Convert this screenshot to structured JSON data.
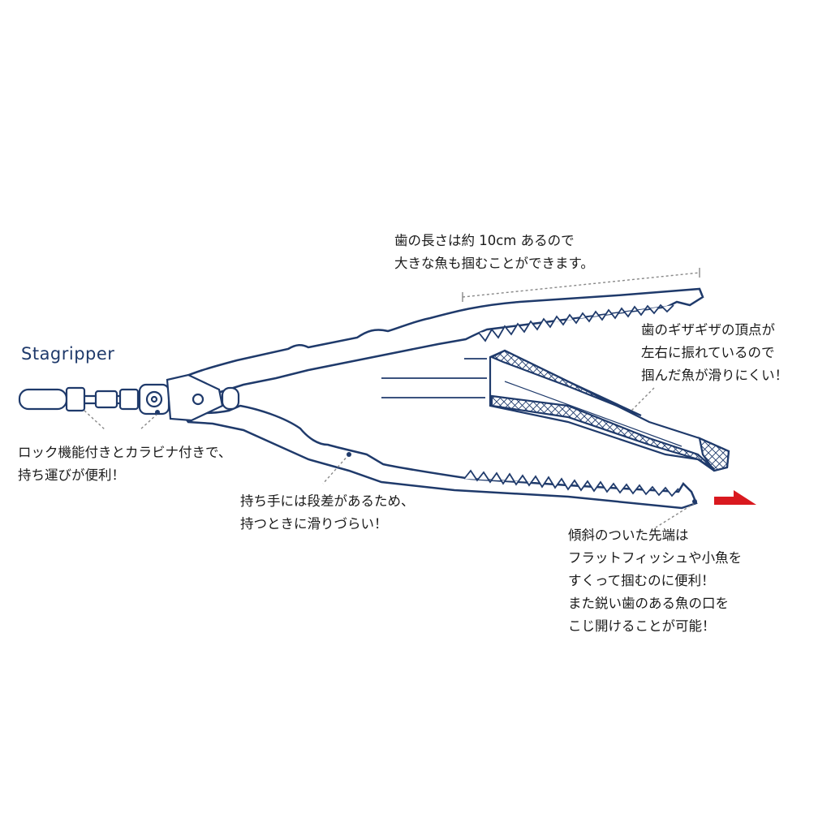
{
  "brand": {
    "name": "Stagripper"
  },
  "callouts": {
    "teeth_length": {
      "lines": [
        "歯の長さは約 10cm あるので",
        "大きな魚も掴むことができます。"
      ]
    },
    "serration": {
      "lines": [
        "歯のギザギザの頂点が",
        "左右に振れているので",
        "掴んだ魚が滑りにくい！"
      ]
    },
    "lock": {
      "lines": [
        "ロック機能付きとカラビナ付きで、",
        "持ち運びが便利！"
      ]
    },
    "handle": {
      "lines": [
        "持ち手には段差があるため、",
        "持つときに滑りづらい！"
      ]
    },
    "tip": {
      "lines": [
        "傾斜のついた先端は",
        "フラットフィッシュや小魚を",
        "すくって掴むのに便利！",
        "また鋭い歯のある魚の口を",
        "こじ開けることが可能！"
      ]
    }
  },
  "colors": {
    "line": "#1f3a6b",
    "leader": "#888888",
    "accent": "#d9191f",
    "text": "#1a1a1a"
  }
}
